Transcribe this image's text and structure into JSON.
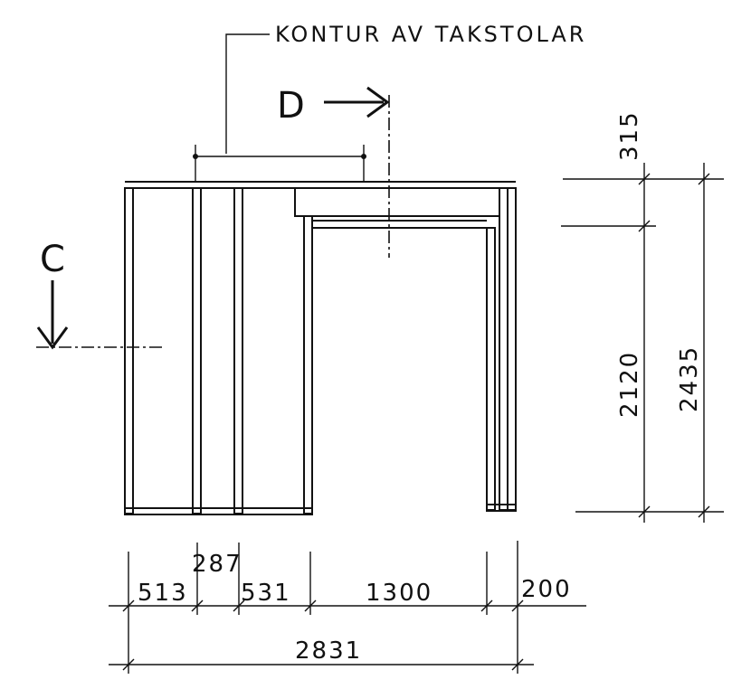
{
  "annotation": {
    "roof_truss_outline": "KONTUR AV TAKSTOLAR"
  },
  "sections": {
    "c": "C",
    "d": "D"
  },
  "dimensions": {
    "horizontal": {
      "bay_1": "513",
      "stud_gap": "287",
      "bay_2": "531",
      "opening": "1300",
      "end": "200",
      "total": "2831"
    },
    "vertical": {
      "header": "315",
      "opening_height": "2120",
      "total_height": "2435"
    }
  }
}
